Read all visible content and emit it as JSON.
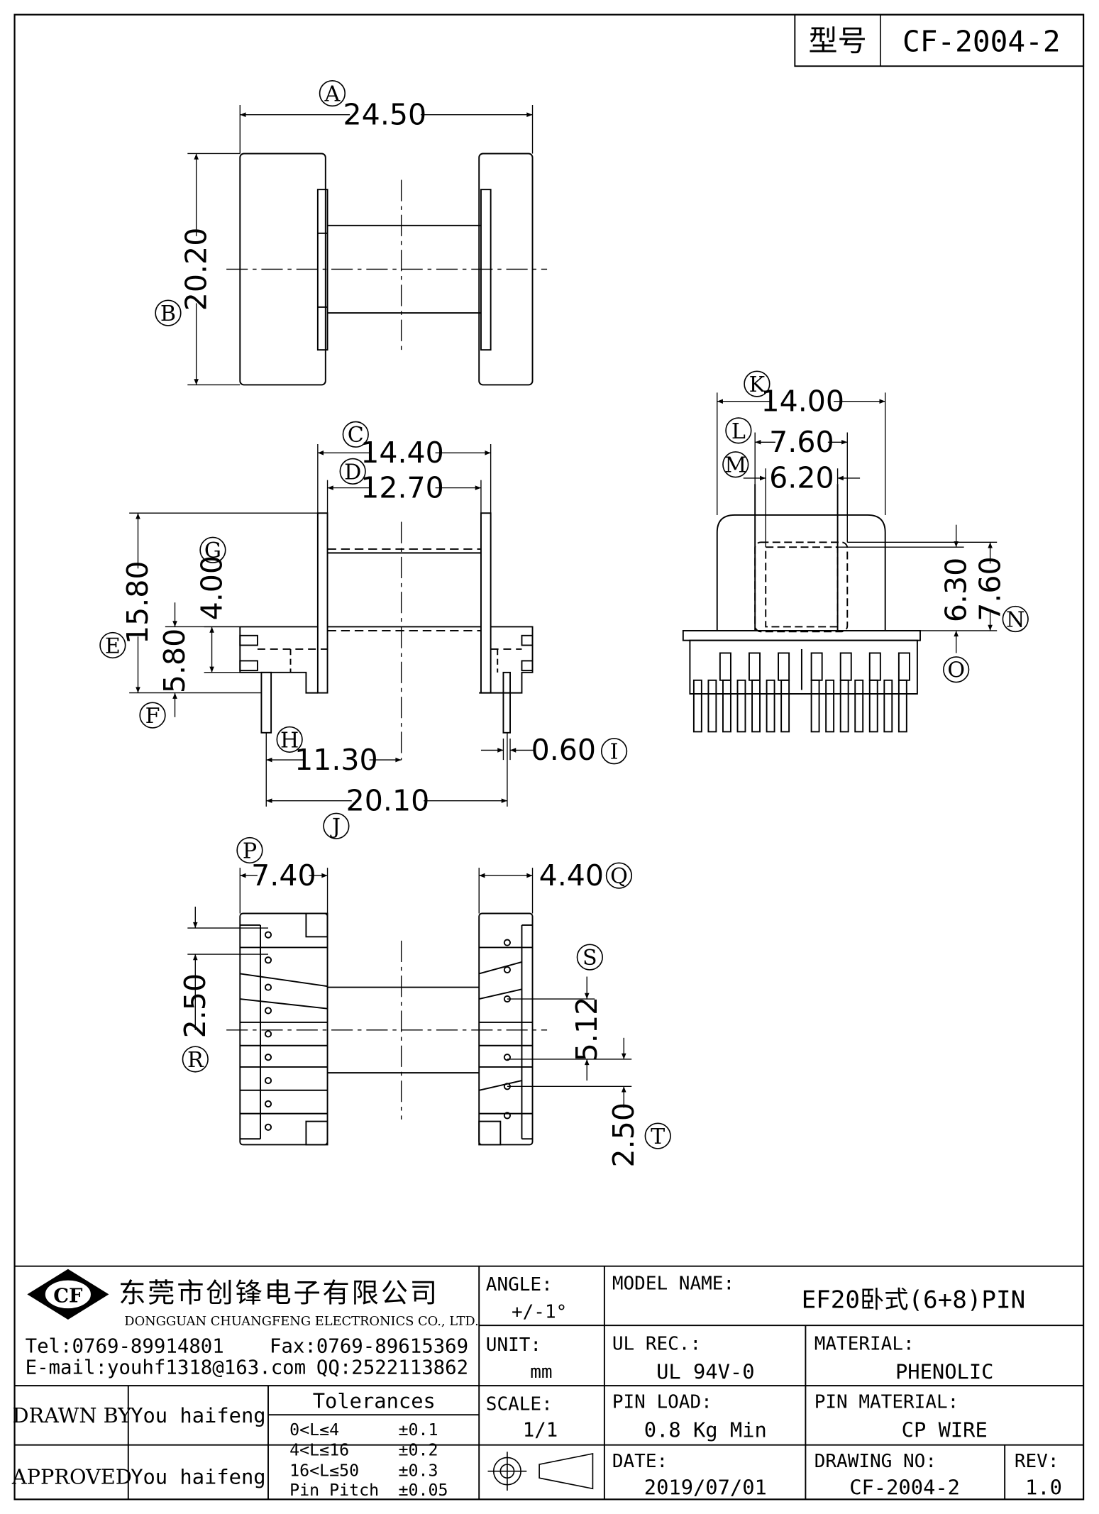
{
  "header": {
    "model_label": "型号",
    "model_value": "CF-2004-2"
  },
  "dimensions": {
    "A": "24.50",
    "B": "20.20",
    "C": "14.40",
    "D": "12.70",
    "E": "15.80",
    "F": "5.80",
    "G": "4.00",
    "H": "11.30",
    "I": "0.60",
    "J": "20.10",
    "K": "14.00",
    "L": "7.60",
    "M": "6.20",
    "N": "7.60",
    "O": "6.30",
    "P": "7.40",
    "Q": "4.40",
    "R": "2.50",
    "S": "5.12",
    "T": "2.50"
  },
  "letters": {
    "A": "A",
    "B": "B",
    "C": "C",
    "D": "D",
    "E": "E",
    "F": "F",
    "G": "G",
    "H": "H",
    "I": "I",
    "J": "J",
    "K": "K",
    "L": "L",
    "M": "M",
    "N": "N",
    "O": "O",
    "P": "P",
    "Q": "Q",
    "R": "R",
    "S": "S",
    "T": "T"
  },
  "title_block": {
    "logo": "CF",
    "company_cn": "东莞市创锋电子有限公司",
    "company_en": "DONGGUAN CHUANGFENG ELECTRONICS CO., LTD.",
    "tel": "Tel:0769-89914801",
    "fax": "Fax:0769-89615369",
    "email": "E-mail:youhf1318@163.com",
    "qq": "QQ:2522113862",
    "drawn_by_label": "DRAWN BY",
    "drawn_by": "You haifeng",
    "approved_label": "APPROVED",
    "approved_by": "You haifeng",
    "tolerances_label": "Tolerances",
    "tolerances": [
      {
        "range": "0<L≤4",
        "value": "±0.1"
      },
      {
        "range": "4<L≤16",
        "value": "±0.2"
      },
      {
        "range": "16<L≤50",
        "value": "±0.3"
      },
      {
        "range": "Pin Pitch",
        "value": "±0.05"
      }
    ],
    "angle_label": "ANGLE:",
    "angle_value": "+/-1°",
    "unit_label": "UNIT:",
    "unit_value": "mm",
    "scale_label": "SCALE:",
    "scale_value": "1/1",
    "model_name_label": "MODEL NAME:",
    "model_name": "EF20卧式(6+8)PIN",
    "ul_label": "UL REC.:",
    "ul_value": "UL 94V-0",
    "material_label": "MATERIAL:",
    "material_value": "PHENOLIC",
    "pin_load_label": "PIN LOAD:",
    "pin_load_value": "0.8 Kg Min",
    "pin_material_label": "PIN MATERIAL:",
    "pin_material_value": "CP WIRE",
    "date_label": "DATE:",
    "date_value": "2019/07/01",
    "drawing_no_label": "DRAWING NO:",
    "drawing_no_value": "CF-2004-2",
    "rev_label": "REV:",
    "rev_value": "1.0"
  }
}
